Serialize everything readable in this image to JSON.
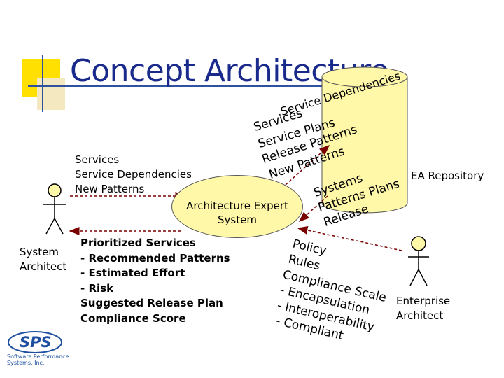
{
  "title": "Concept Architecture",
  "repository_label": "EA Repository",
  "expert": {
    "line1": "Architecture Expert",
    "line2": "System"
  },
  "system_architect": [
    "System",
    "Architect"
  ],
  "enterprise_architect": [
    "Enterprise",
    "Architect"
  ],
  "left_inputs": [
    "Services",
    "Service Dependencies",
    "New Patterns"
  ],
  "outputs": [
    "Prioritized Services",
    "- Recommended Patterns",
    "- Estimated Effort",
    "- Risk",
    "Suggested Release Plan",
    "Compliance Score"
  ],
  "to_repository": [
    "Services",
    "Service Dependencies",
    "Service Plans",
    "Release Patterns",
    "New Patterns"
  ],
  "from_repository": [
    "Systems",
    "Patterns Plans",
    "Release"
  ],
  "from_enterprise": [
    "Policy",
    "Rules",
    "Compliance Scale",
    "- Encapsulation",
    "- Interoperability",
    "- Compliant"
  ],
  "logo": {
    "mark": "SPS",
    "line1": "Software Performance",
    "line2": "Systems, Inc."
  },
  "colors": {
    "title": "#1a2a8c",
    "expert_fill": "#fff8a8",
    "repository_fill": "#fff8a8",
    "accent_yellow": "#ffe000",
    "logo_blue": "#1e4fa0"
  }
}
